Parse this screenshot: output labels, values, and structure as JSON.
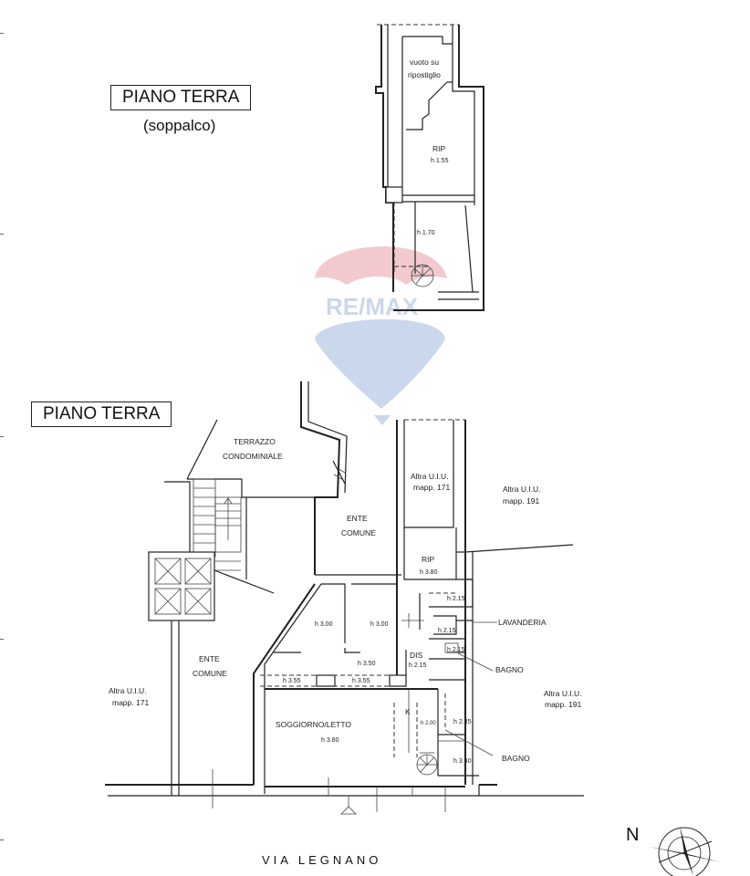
{
  "titles": {
    "soppalco_title": "PIANO TERRA",
    "soppalco_subtitle": "(soppalco)",
    "ground_title": "PIANO TERRA"
  },
  "mezzanine_labels": {
    "vuoto_1": "vuoto su",
    "vuoto_2": "ripostiglio",
    "rip": "RIP",
    "rip_h": "h 1.55",
    "h170": "h 1.70"
  },
  "ground_labels": {
    "terrazzo_1": "TERRAZZO",
    "terrazzo_2": "CONDOMINIALE",
    "ente_top_1": "ENTE",
    "ente_top_2": "COMUNE",
    "ente_left_1": "ENTE",
    "ente_left_2": "COMUNE",
    "altra_top_1": "Altra U.I.U.",
    "altra_top_2": "mapp. 171",
    "altra_right_top_1": "Altra U.I.U.",
    "altra_right_top_2": "mapp. 191",
    "altra_left_1": "Altra U.I.U.",
    "altra_left_2": "mapp. 171",
    "altra_right_bottom_1": "Altra U.I.U.",
    "altra_right_bottom_2": "mapp. 191",
    "rip": "RIP",
    "rip_h": "h 3.80",
    "h215_a": "h 2.15",
    "h215_b": "h 2.15",
    "h215_c": "h 2.15",
    "lavanderia": "LAVANDERIA",
    "bagno_1": "BAGNO",
    "bagno_2": "BAGNO",
    "dis": "DIS",
    "dis_h": "h 2.15",
    "h300_a": "h 3.00",
    "h300_b": "h 3.00",
    "h350": "h 3.50",
    "h355_a": "h 3.55",
    "h355_b": "h 3.55",
    "k": "K",
    "h200": "h 2.00",
    "h285": "h 2.85",
    "h380_small": "h 3.80",
    "soggiorno": "SOGGIORNO/LETTO",
    "soggiorno_h": "h 3.80"
  },
  "street": "VIA LEGNANO",
  "north_label": "N",
  "watermark_text": "RE/MAX",
  "colors": {
    "watermark_red": "#e8a0a6",
    "watermark_blue": "#9fb8dd"
  }
}
